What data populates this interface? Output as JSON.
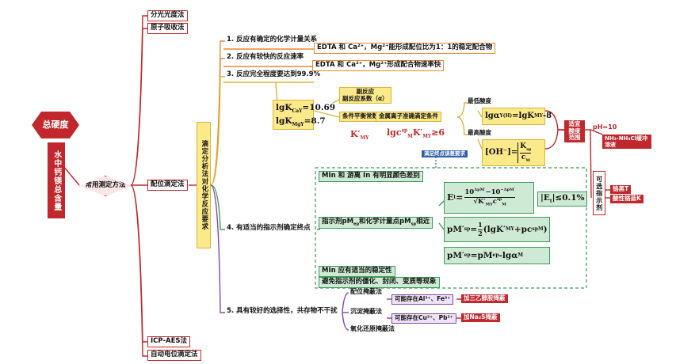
{
  "root": {
    "title": "总硬度",
    "vertical": "水中钙镁总含量"
  },
  "methods_top": [
    "分光光度法",
    "原子吸收法"
  ],
  "methods_bottom": [
    "ICP-AES法",
    "自动电位滴定法"
  ],
  "common": "常用测定方法",
  "complex": "配位滴定法",
  "req_vertical": "滴定分析法对化学反应要求",
  "req": [
    "1. 反应有确定的化学计量关系",
    "2. 反应有较快的反应速率",
    "3. 反应完全程度要达到99.9%",
    "4. 有适当的指示剂确定终点",
    "5. 具有较好的选择性，共存物不干扰"
  ],
  "req1_detail": "EDTA 和 Ca²⁺，Mg²⁺能形成配位比为1：1的稳定配合物",
  "req2_detail": "EDTA 和 Ca²⁺，Mg²⁺形成配合物速率快",
  "req3": {
    "lgk_ca": "lgK",
    "lgk_ca_sub": "CaY",
    "lgk_ca_val": "=10.69",
    "lgk_mg": "lgK",
    "lgk_mg_sub": "MgY",
    "lgk_mg_val": "=8.7",
    "side": "副反应",
    "side_coef": "副反应系数（α）",
    "cond_const": "条件平衡常数",
    "kmy": "K′",
    "kmy_sub": "MY",
    "metal_cond": "金属离子准确滴定条件",
    "criterion": "lgc",
    "criterion_rest": "K′",
    "criterion_tail": "≥6",
    "criterion_sup": "sp",
    "criterion_sub": "M",
    "criterion_sub2": "MY",
    "min_acid": "最低酸度",
    "max_acid": "最高酸度",
    "alpha_eq": "lgα",
    "alpha_sub": "Y(H)",
    "alpha_rest": "=lgK",
    "alpha_sub2": "MY",
    "alpha_tail": "-8",
    "oh_eq": "[OH⁻]=",
    "oh_num": "K",
    "oh_num_sub": "sp",
    "oh_den": "c",
    "oh_den_sub": "M",
    "suitable": "适宜酸度范围",
    "ph": "pH=10",
    "buffer": "NH₃-NH₄Cl缓冲溶液",
    "error_req": "满足终点误差要求"
  },
  "req4": {
    "item1": "MIn 和 游离 In 有明显颜色差别",
    "item2": "指示剂pM",
    "item2b": "和化学计量点pM",
    "item2c": "相近",
    "item3": "MIn 应有适当的稳定性",
    "item4": "避免指示剂的僵化、封闭、变质等现象",
    "et_left": "E",
    "et_sub": "t",
    "et_num": "10",
    "et_num_sup": "ΔpM′",
    "et_num2": "−10",
    "et_num2_sup": "−ΔpM′",
    "et_den": "K′",
    "et_den_sub": "MY",
    "et_den_c": "c",
    "et_den_sup": "sp",
    "et_den_csub": "M",
    "et_cond": "|E",
    "et_cond2": "|≤0.1%",
    "pm_sp": "pM′",
    "pm_sp_sub": "sp",
    "pm_sp_eq": "=",
    "pm_sp_half": "1",
    "pm_sp_two": "2",
    "pm_sp_rest": "(lgK′",
    "pm_sp_rest_sub": "MY",
    "pm_sp_rest2": "+pc",
    "pm_sp_rest2_sup": "sp",
    "pm_sp_rest2_sub": "M",
    "pm_sp_close": ")",
    "pm_ep": "pM′",
    "pm_ep_sub": "ep",
    "pm_ep_eq": "=pM",
    "pm_ep_eq_sub": "ep",
    "pm_ep_tail": "-lgα",
    "pm_ep_tail_sub": "M",
    "optional": "可选指示剂",
    "ind1": "铬黑T",
    "ind2": "酸性铬蓝K"
  },
  "req5": {
    "masking1": "配位掩蔽法",
    "masking2": "沉淀掩蔽法",
    "masking3": "氧化还原掩蔽法",
    "interf1": "可能存在Al³⁺、Fe³⁺",
    "interf2": "可能存在Cu²⁺、Pb²⁺",
    "agent1": "加三乙醇胺掩蔽",
    "agent2": "加Na₂S掩蔽"
  }
}
